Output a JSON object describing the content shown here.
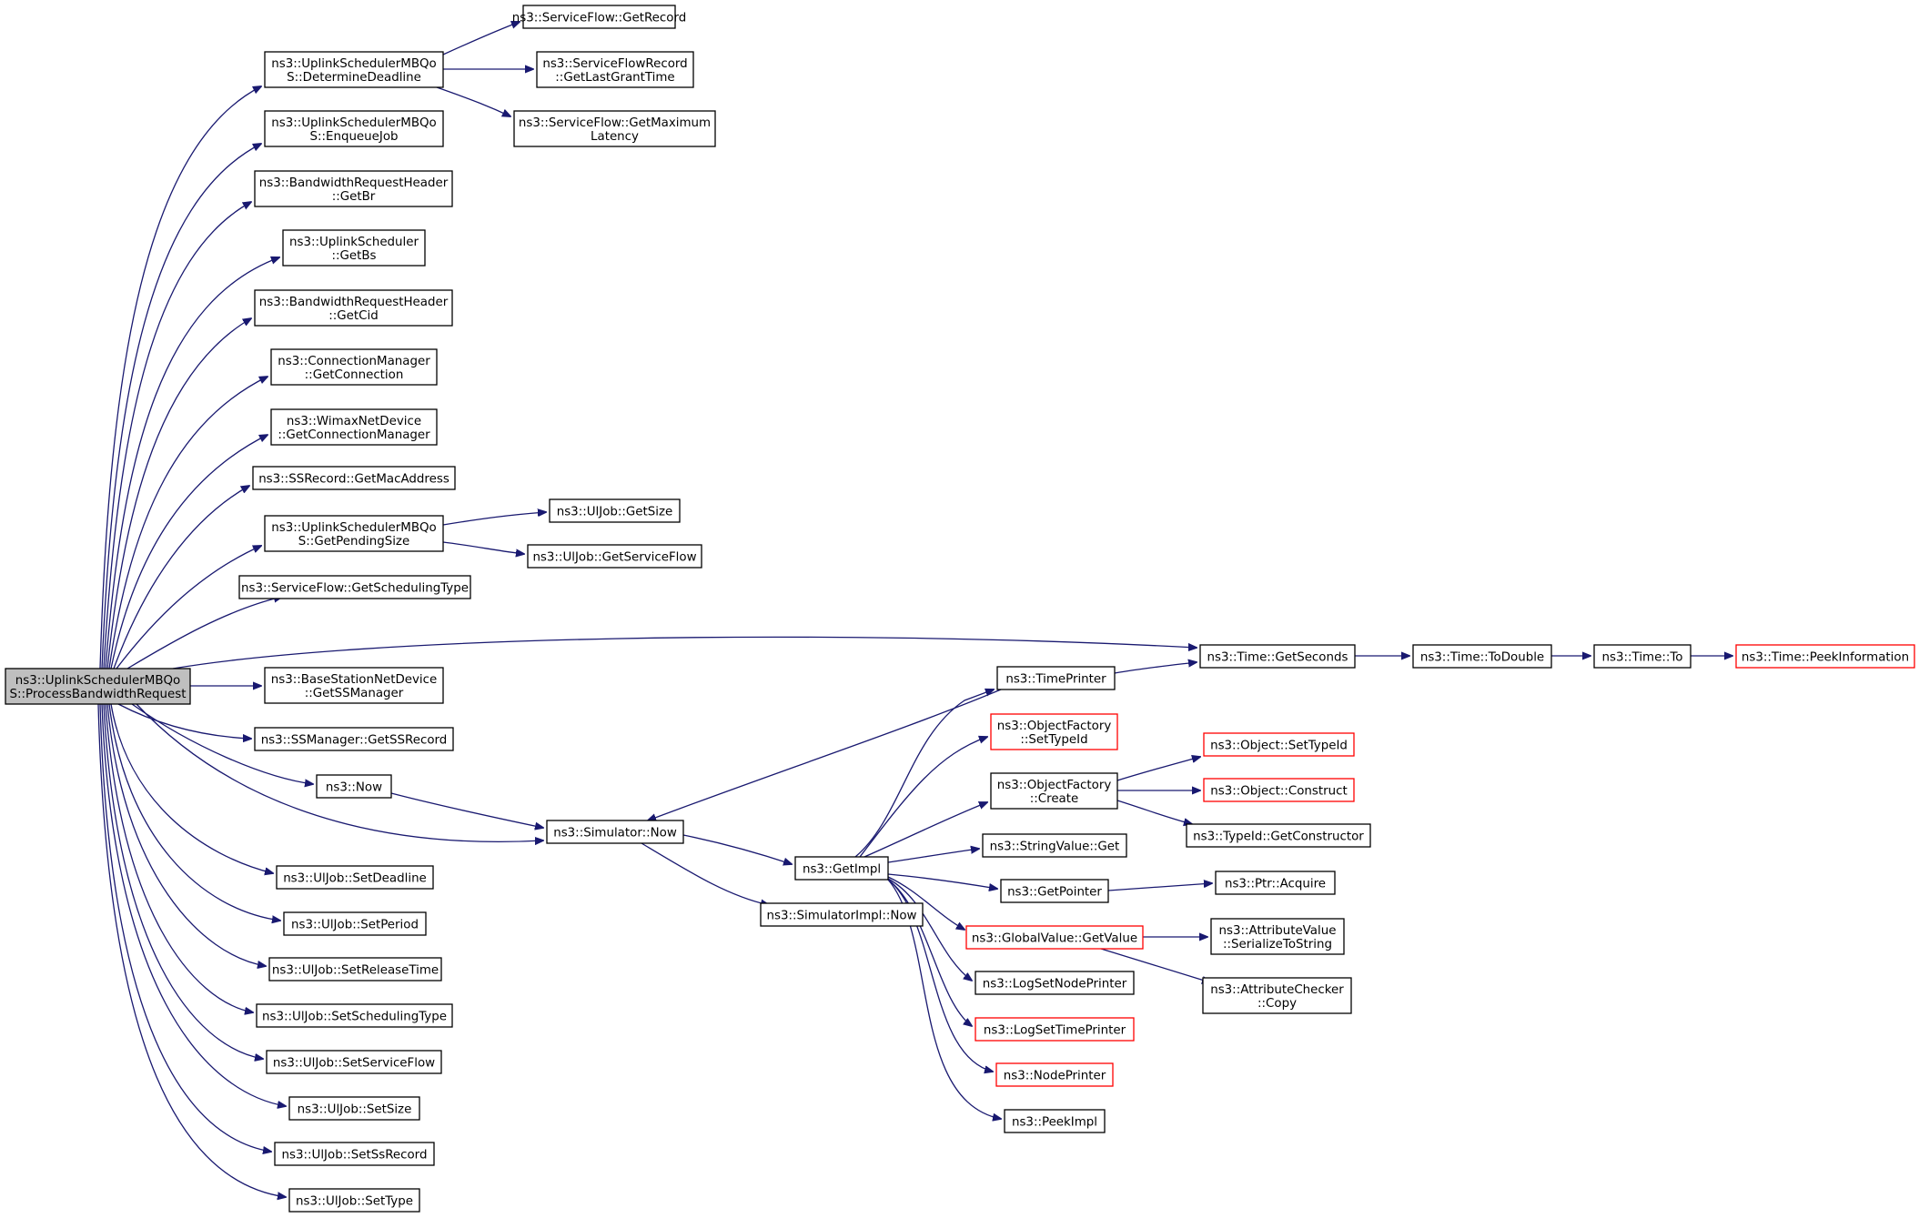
{
  "nodes": {
    "root": [
      "ns3::UplinkSchedulerMBQo",
      "S::ProcessBandwidthRequest"
    ],
    "determineDeadline": [
      "ns3::UplinkSchedulerMBQo",
      "S::DetermineDeadline"
    ],
    "enqueueJob": [
      "ns3::UplinkSchedulerMBQo",
      "S::EnqueueJob"
    ],
    "getBr": [
      "ns3::BandwidthRequestHeader",
      "::GetBr"
    ],
    "getBs": [
      "ns3::UplinkScheduler",
      "::GetBs"
    ],
    "getCid": [
      "ns3::BandwidthRequestHeader",
      "::GetCid"
    ],
    "getConnection": [
      "ns3::ConnectionManager",
      "::GetConnection"
    ],
    "getConnectionManager": [
      "ns3::WimaxNetDevice",
      "::GetConnectionManager"
    ],
    "getMacAddress": [
      "ns3::SSRecord::GetMacAddress"
    ],
    "getPendingSize": [
      "ns3::UplinkSchedulerMBQo",
      "S::GetPendingSize"
    ],
    "getSchedulingType": [
      "ns3::ServiceFlow::GetSchedulingType"
    ],
    "getSSManager": [
      "ns3::BaseStationNetDevice",
      "::GetSSManager"
    ],
    "getSSRecord": [
      "ns3::SSManager::GetSSRecord"
    ],
    "now": [
      "ns3::Now"
    ],
    "setDeadline": [
      "ns3::UlJob::SetDeadline"
    ],
    "setPeriod": [
      "ns3::UlJob::SetPeriod"
    ],
    "setReleaseTime": [
      "ns3::UlJob::SetReleaseTime"
    ],
    "setSchedulingType": [
      "ns3::UlJob::SetSchedulingType"
    ],
    "setServiceFlow": [
      "ns3::UlJob::SetServiceFlow"
    ],
    "setSize": [
      "ns3::UlJob::SetSize"
    ],
    "setSsRecord": [
      "ns3::UlJob::SetSsRecord"
    ],
    "setType": [
      "ns3::UlJob::SetType"
    ],
    "sfGetRecord": [
      "ns3::ServiceFlow::GetRecord"
    ],
    "sfrGetLastGrantTime": [
      "ns3::ServiceFlowRecord",
      "::GetLastGrantTime"
    ],
    "sfGetMaximumLatency": [
      "ns3::ServiceFlow::GetMaximum",
      "Latency"
    ],
    "ulJobGetSize": [
      "ns3::UlJob::GetSize"
    ],
    "ulJobGetServiceFlow": [
      "ns3::UlJob::GetServiceFlow"
    ],
    "simulatorNow": [
      "ns3::Simulator::Now"
    ],
    "getImpl": [
      "ns3::GetImpl"
    ],
    "simulatorImplNow": [
      "ns3::SimulatorImpl::Now"
    ],
    "timeGetSeconds": [
      "ns3::Time::GetSeconds"
    ],
    "timeToDouble": [
      "ns3::Time::ToDouble"
    ],
    "timeTo": [
      "ns3::Time::To"
    ],
    "timePeekInformation": [
      "ns3::Time::PeekInformation"
    ],
    "timePrinter": [
      "ns3::TimePrinter"
    ],
    "ofSetTypeId": [
      "ns3::ObjectFactory",
      "::SetTypeId"
    ],
    "ofCreate": [
      "ns3::ObjectFactory",
      "::Create"
    ],
    "stringValueGet": [
      "ns3::StringValue::Get"
    ],
    "getPointer": [
      "ns3::GetPointer"
    ],
    "globalValueGetValue": [
      "ns3::GlobalValue::GetValue"
    ],
    "logSetNodePrinter": [
      "ns3::LogSetNodePrinter"
    ],
    "logSetTimePrinter": [
      "ns3::LogSetTimePrinter"
    ],
    "nodePrinter": [
      "ns3::NodePrinter"
    ],
    "peekImpl": [
      "ns3::PeekImpl"
    ],
    "objectSetTypeId": [
      "ns3::Object::SetTypeId"
    ],
    "objectConstruct": [
      "ns3::Object::Construct"
    ],
    "typeIdGetConstructor": [
      "ns3::TypeId::GetConstructor"
    ],
    "ptrAcquire": [
      "ns3::Ptr::Acquire"
    ],
    "attributeValueSerialize": [
      "ns3::AttributeValue",
      "::SerializeToString"
    ],
    "attributeCheckerCopy": [
      "ns3::AttributeChecker",
      "::Copy"
    ]
  },
  "colors": {
    "edge": "#191970",
    "root_fill": "#bfbfbf",
    "border": "#000000",
    "truncated_border": "#ff0000"
  }
}
